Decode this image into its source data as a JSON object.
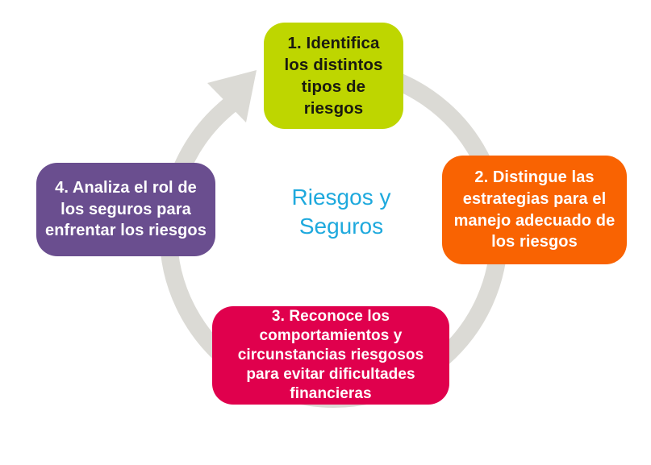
{
  "diagram": {
    "title": "Riesgos y Seguros",
    "title_color": "#1EA9DD",
    "arrow_color": "#DBDAD5",
    "arrow_direction": "clockwise",
    "steps": [
      {
        "id": 1,
        "label": "1. Identifica los distintos tipos de riesgos",
        "position": "top",
        "color": "#BED600",
        "text_color": "#1A1A10"
      },
      {
        "id": 2,
        "label": "2. Distingue las estrategias para el manejo adecuado de los riesgos",
        "position": "right",
        "color": "#F96302",
        "text_color": "#FFFFFF"
      },
      {
        "id": 3,
        "label": "3. Reconoce los comportamientos y circunstancias riesgosos para evitar dificultades financieras",
        "position": "bottom",
        "color": "#E0004D",
        "text_color": "#FFFFFF"
      },
      {
        "id": 4,
        "label": "4. Analiza el rol de los seguros para enfrentar los riesgos",
        "position": "left",
        "color": "#6A4E8F",
        "text_color": "#FFFFFF"
      }
    ]
  }
}
